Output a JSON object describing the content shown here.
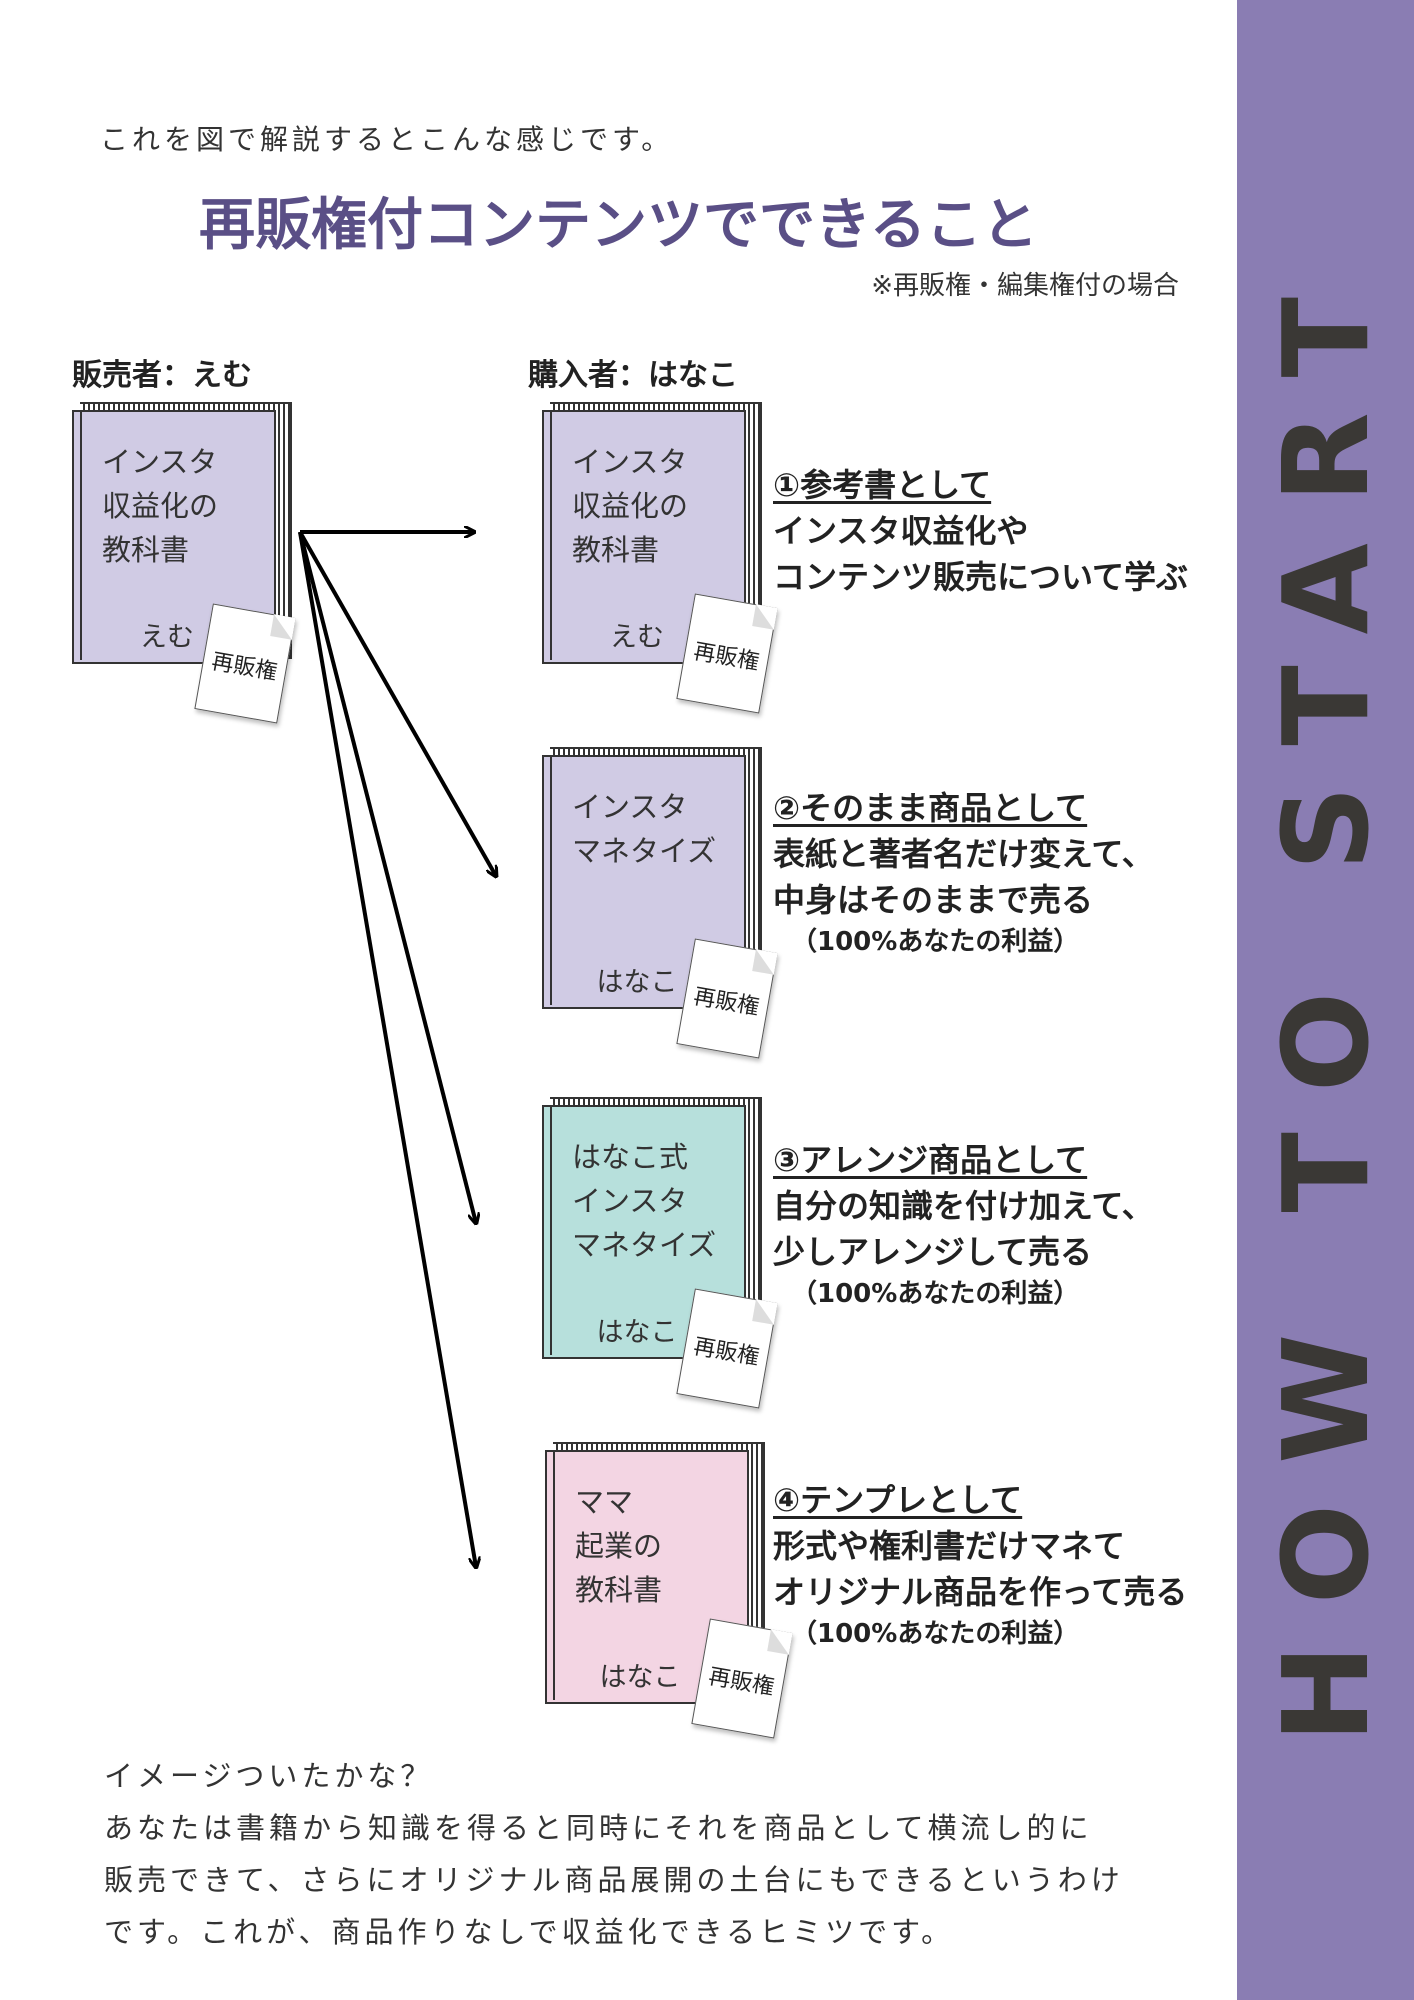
{
  "intro": "これを図で解説するとこんな感じです。",
  "title": "再販権付コンテンツでできること",
  "note": "※再販権・編集権付の場合",
  "seller_label": "販売者：えむ",
  "buyer_label": "購入者：はなこ",
  "sidebar_text": "HOW TO START",
  "doc_label": "再販権",
  "seller_book": {
    "title": "インスタ\n収益化の\n教科書",
    "author": "えむ"
  },
  "items": [
    {
      "book_title": "インスタ\n収益化の\n教科書",
      "book_author": "えむ",
      "heading": "①参考書として",
      "lines": [
        "インスタ収益化や",
        "コンテンツ販売について学ぶ"
      ],
      "sub": ""
    },
    {
      "book_title": "インスタ\nマネタイズ",
      "book_author": "はなこ",
      "heading": "②そのまま商品として",
      "lines": [
        "表紙と著者名だけ変えて、",
        "中身はそのままで売る"
      ],
      "sub": "（100%あなたの利益）"
    },
    {
      "book_title": "はなこ式\nインスタ\nマネタイズ",
      "book_author": "はなこ",
      "heading": "③アレンジ商品として",
      "lines": [
        "自分の知識を付け加えて、",
        "少しアレンジして売る"
      ],
      "sub": "（100%あなたの利益）"
    },
    {
      "book_title": "ママ\n起業の\n教科書",
      "book_author": "はなこ",
      "heading": "④テンプレとして",
      "lines": [
        "形式や権利書だけマネて",
        "オリジナル商品を作って売る"
      ],
      "sub": "（100%あなたの利益）"
    }
  ],
  "colors": {
    "accent": "#5a4f86",
    "sidebar": "#8a7db3",
    "book_purple": "#d0cbe4",
    "book_teal": "#b7e0dc",
    "book_pink": "#f3d5e3"
  },
  "outro": [
    "イメージついたかな？",
    "あなたは書籍から知識を得ると同時にそれを商品として横流し的に",
    "販売できて、さらにオリジナル商品展開の土台にもできるというわけ",
    "です。これが、商品作りなしで収益化できるヒミツです。"
  ]
}
